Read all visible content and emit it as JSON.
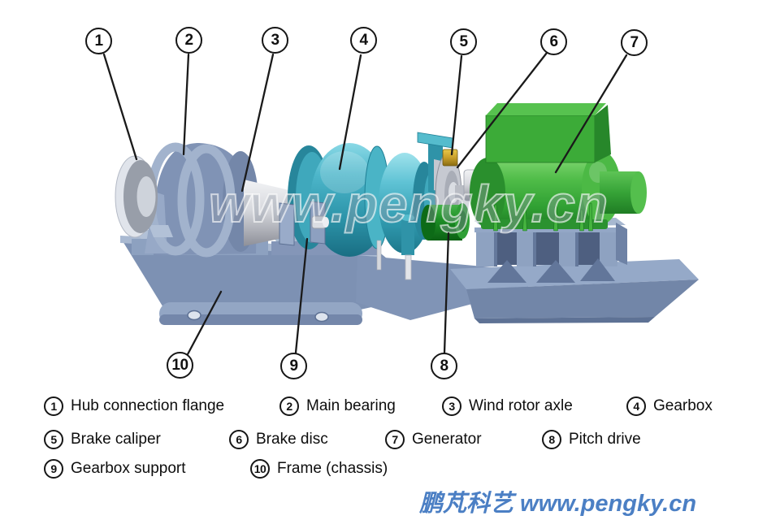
{
  "diagram": {
    "watermark": "www.pengky.cn",
    "callouts": [
      {
        "num": "1"
      },
      {
        "num": "2"
      },
      {
        "num": "3"
      },
      {
        "num": "4"
      },
      {
        "num": "5"
      },
      {
        "num": "6"
      },
      {
        "num": "7"
      },
      {
        "num": "8"
      },
      {
        "num": "9"
      },
      {
        "num": "10"
      }
    ]
  },
  "legend": {
    "items": [
      {
        "num": "1",
        "label": "Hub connection flange"
      },
      {
        "num": "2",
        "label": "Main bearing"
      },
      {
        "num": "3",
        "label": "Wind rotor axle"
      },
      {
        "num": "4",
        "label": "Gearbox"
      },
      {
        "num": "5",
        "label": "Brake caliper"
      },
      {
        "num": "6",
        "label": "Brake disc"
      },
      {
        "num": "7",
        "label": "Generator"
      },
      {
        "num": "8",
        "label": "Pitch drive"
      },
      {
        "num": "9",
        "label": "Gearbox support"
      },
      {
        "num": "10",
        "label": "Frame (chassis)"
      }
    ]
  },
  "footer": {
    "brand": "鹏芃科艺 www.pengky.cn"
  },
  "colors": {
    "chassis_blue": "#8094b6",
    "gearbox_teal": "#3aa8bc",
    "generator_green": "#3cab38",
    "pitch_drive_green": "#1d9026",
    "caliper_yellow": "#c79f2a",
    "footer_blue": "#4b7fc4"
  }
}
